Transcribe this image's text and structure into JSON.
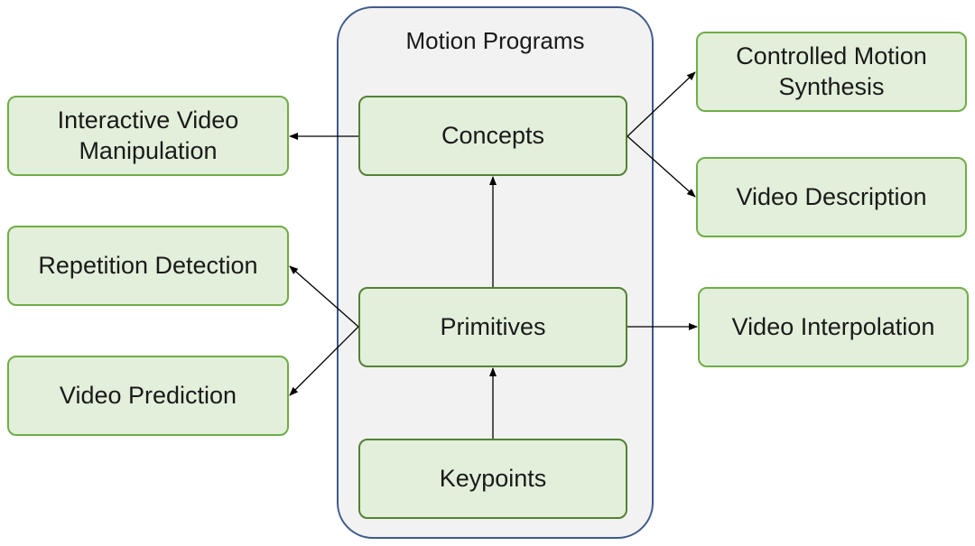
{
  "diagram": {
    "title": "Motion Programs",
    "core": {
      "concepts": "Concepts",
      "primitives": "Primitives",
      "keypoints": "Keypoints"
    },
    "applications": {
      "interactive_video_manipulation": "Interactive Video Manipulation",
      "repetition_detection": "Repetition Detection",
      "video_prediction": "Video Prediction",
      "controlled_motion_synthesis": "Controlled Motion Synthesis",
      "video_description": "Video Description",
      "video_interpolation": "Video Interpolation"
    },
    "colors": {
      "box_fill": "#e2efda",
      "box_border": "#70ad47",
      "container_fill": "#f2f2f2",
      "container_border": "#3f5a8c",
      "arrow": "#000000"
    }
  }
}
